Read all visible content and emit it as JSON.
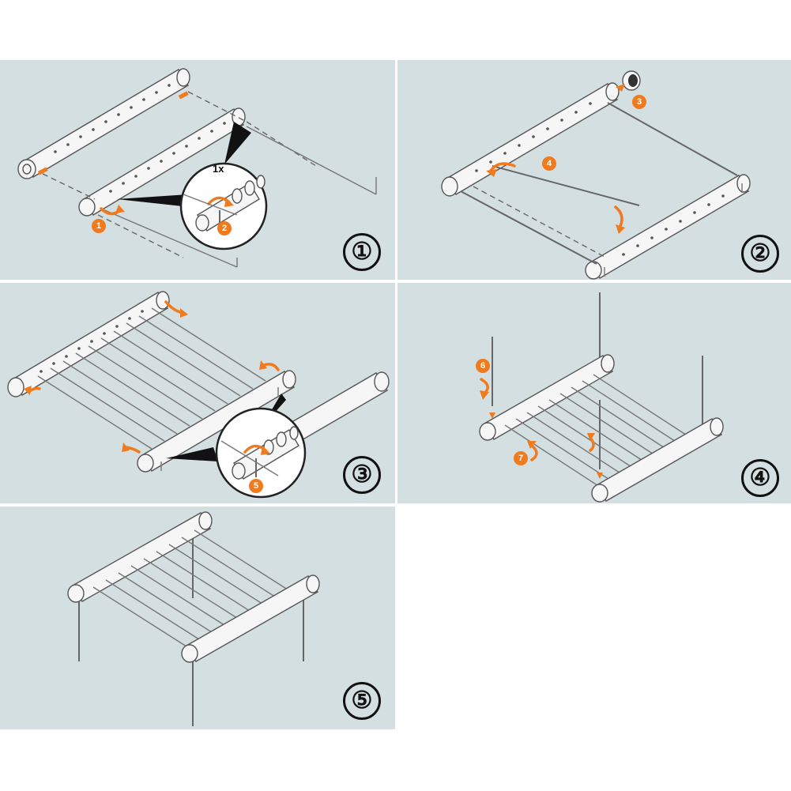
{
  "steps": [
    {
      "number": "①",
      "callouts": [
        "1",
        "2"
      ],
      "count_label": "1x"
    },
    {
      "number": "②",
      "callouts": [
        "3",
        "4"
      ]
    },
    {
      "number": "③",
      "callouts": [
        "5"
      ]
    },
    {
      "number": "④",
      "callouts": [
        "6",
        "7"
      ]
    },
    {
      "number": "⑤",
      "callouts": []
    }
  ],
  "colors": {
    "panel_background": "#d4dfe1",
    "accent": "#f07a1e",
    "outline": "#555555"
  }
}
